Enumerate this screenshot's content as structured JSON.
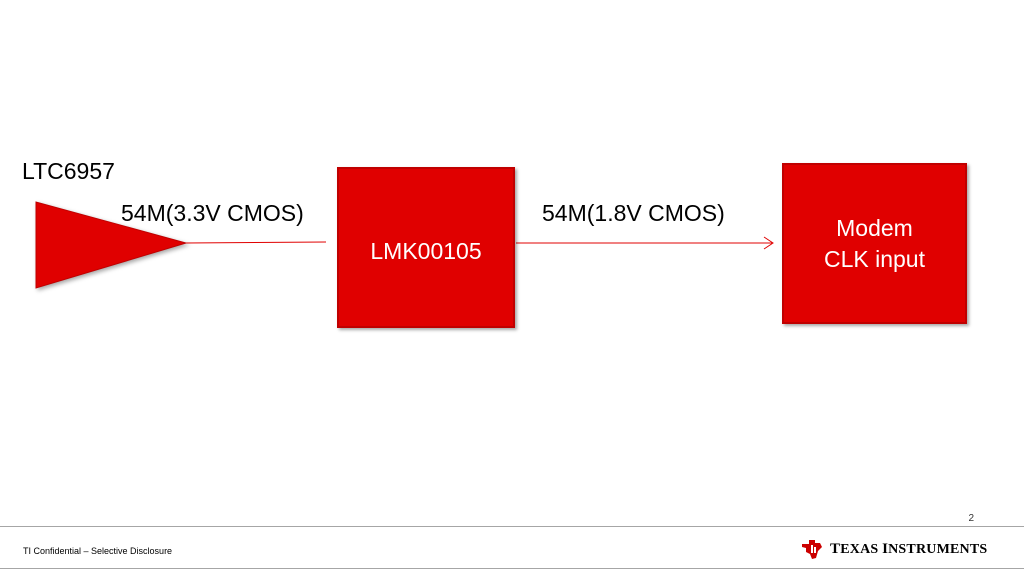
{
  "source_label": "LTC6957",
  "signal_in_label": "54M(3.3V CMOS)",
  "signal_out_label": "54M(1.8V CMOS)",
  "buffer_block": {
    "label": "LMK00105"
  },
  "modem_block": {
    "line1": "Modem",
    "line2": "CLK input"
  },
  "colors": {
    "block_fill": "#e00000",
    "wire": "#e00000"
  },
  "footer": {
    "page_number": "2",
    "confidential_text": "TI Confidential – Selective Disclosure",
    "logo_icon": "ti-bug-icon",
    "logo_text_first": "T",
    "logo_text_first_rest": "EXAS",
    "logo_text_second": "I",
    "logo_text_second_rest": "NSTRUMENTS"
  }
}
